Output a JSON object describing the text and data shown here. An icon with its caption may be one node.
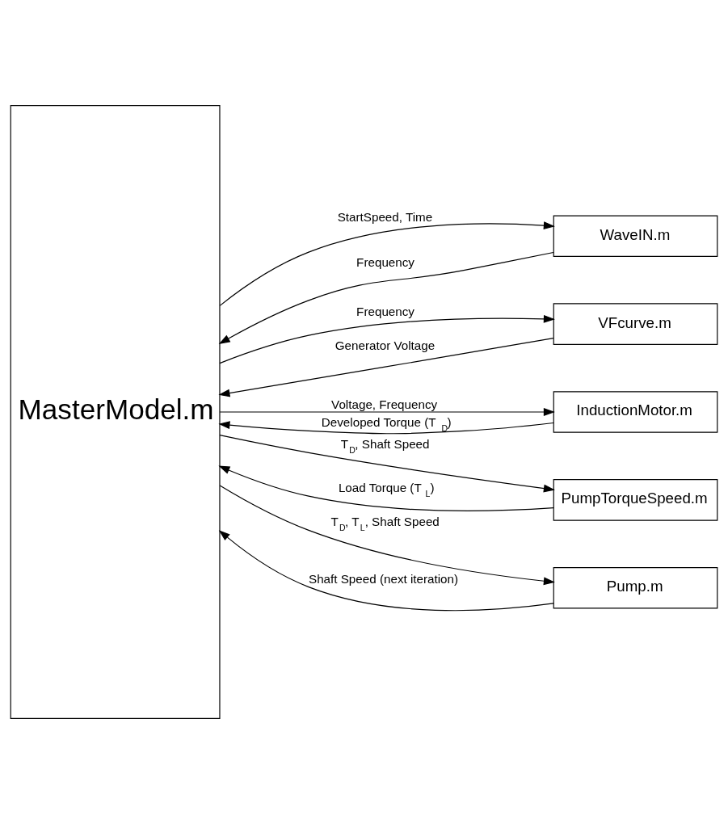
{
  "diagram": {
    "nodes": [
      {
        "text": [
          "MasterModel.m"
        ]
      },
      {
        "text": [
          "WaveIN.m"
        ]
      },
      {
        "text": [
          "VFcurve.m"
        ]
      },
      {
        "text": [
          "InductionMotor.m"
        ]
      },
      {
        "text": [
          "PumpTorqueSpeed.m"
        ]
      },
      {
        "text": [
          "Pump.m"
        ]
      }
    ],
    "edges": [
      {
        "from": 0,
        "to": 1,
        "arrow": "to",
        "label": "StartSpeed, Time"
      },
      {
        "from": 1,
        "to": 0,
        "arrow": "to",
        "label": "Frequency"
      },
      {
        "from": 0,
        "to": 2,
        "arrow": "to",
        "label": "Frequency"
      },
      {
        "from": 2,
        "to": 0,
        "arrow": "to",
        "label": "Generator Voltage"
      },
      {
        "from": 0,
        "to": 3,
        "arrow": "to",
        "label": "Voltage, Frequency"
      },
      {
        "from": 3,
        "to": 0,
        "arrow": "to",
        "label": "Developed Torque (T$_{D}$)"
      },
      {
        "from": 0,
        "to": 4,
        "arrow": "to",
        "label": "T$_{D}$, Shaft Speed"
      },
      {
        "from": 4,
        "to": 0,
        "arrow": "to",
        "label": "Load Torque (T$_{L}$)"
      },
      {
        "from": 0,
        "to": 5,
        "arrow": "to",
        "label": "T$_{D}$, T$_{L}$, Shaft Speed"
      },
      {
        "from": 5,
        "to": 0,
        "arrow": "to",
        "label": "Shaft Speed (next iteration)"
      }
    ]
  }
}
